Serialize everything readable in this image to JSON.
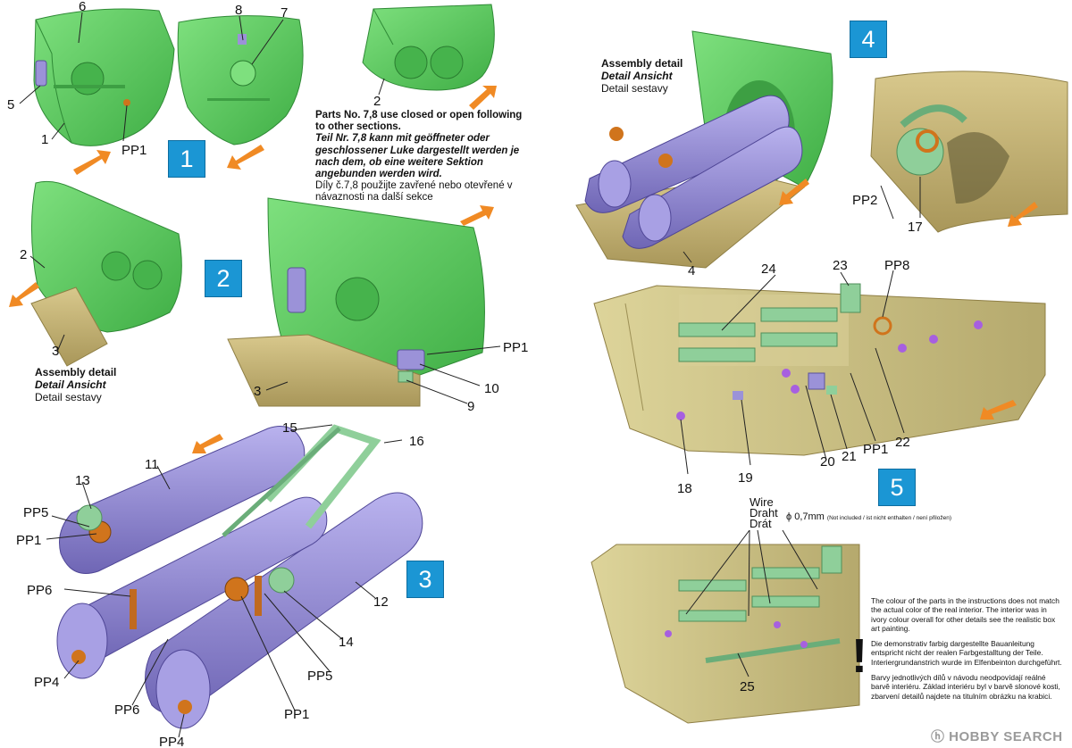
{
  "step_badges": [
    "1",
    "2",
    "3",
    "4",
    "5"
  ],
  "notes": {
    "parts_note_en": "Parts No. 7,8 use closed or open following to other sections.",
    "parts_note_de": "Teil Nr. 7,8 kann mit geöffneter oder geschlossener Luke dargestellt werden je nach dem, ob eine weitere Sektion angebunden werden wird.",
    "parts_note_cz": "Díly č.7,8 použijte zavřené nebo otevřené v návaznosti na další sekce",
    "assembly_en": "Assembly detail",
    "assembly_de": "Detail Ansicht",
    "assembly_cz": "Detail sestavy"
  },
  "wire": {
    "label_en": "Wire",
    "label_de": "Draht",
    "label_cz": "Drát",
    "diameter": "ϕ 0,7mm",
    "note": "(Not included / ist nicht enthalten / není přiložen)"
  },
  "colour_note": {
    "en": "The colour of the parts in the instructions does not match the actual color of the real interior. The interior was in ivory colour overall for other details see the realistic box art painting.",
    "de": "Die demonstrativ farbig dargestellte Bauanleitung entspricht nicht der realen Farbgestalltung der Teile. Interiergrundanstrich wurde im Elfenbeinton durchgeführt.",
    "cz": "Barvy jednotlivých dílů v návodu neodpovídají reálné barvě interiéru. Základ interiéru byl v barvě slonové kosti, zbarvení detailů najdete na titulním obrázku na krabici.",
    "exclamation": "!"
  },
  "watermark": "ⓗ HOBBY SEARCH",
  "part_labels": {
    "p1": "1",
    "p2": "2",
    "p3": "3",
    "p4": "4",
    "p5": "5",
    "p6": "6",
    "p7": "7",
    "p8": "8",
    "p9": "9",
    "p10": "10",
    "p11": "11",
    "p12": "12",
    "p13": "13",
    "p14": "14",
    "p15": "15",
    "p16": "16",
    "p17": "17",
    "p18": "18",
    "p19": "19",
    "p20": "20",
    "p21": "21",
    "p22": "22",
    "p23": "23",
    "p24": "24",
    "p25": "25",
    "pp1": "PP1",
    "pp2": "PP2",
    "pp4": "PP4",
    "pp5": "PP5",
    "pp6": "PP6",
    "pp8": "PP8"
  },
  "colors": {
    "bulkhead_green": "#5fcf5f",
    "floor_tan": "#c9b77a",
    "tank_purple": "#9b92d8",
    "valve_orange": "#d0741c",
    "arrow_orange": "#f08a24",
    "step_blue": "#1b96d4",
    "part_green_pale": "#8fcf9a"
  }
}
